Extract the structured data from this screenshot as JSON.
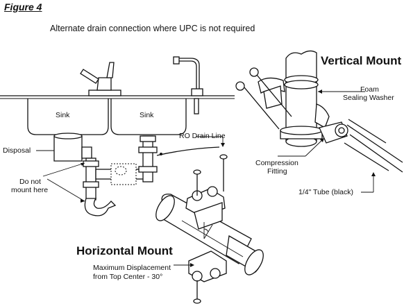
{
  "figure_title": "Figure 4",
  "caption": "Alternate drain connection where UPC is not required",
  "labels": {
    "sink_left": "Sink",
    "sink_right": "Sink",
    "ro_drain_line": "RO Drain Line",
    "disposal": "Disposal",
    "do_not_mount_line1": "Do not",
    "do_not_mount_line2": "mount here",
    "vertical_mount": "Vertical Mount",
    "foam_line1": "Foam",
    "foam_line2": "Sealing Washer",
    "compression_line1": "Compression",
    "compression_line2": "Fitting",
    "tube": "1/4\" Tube (black)",
    "horizontal_mount": "Horizontal Mount",
    "max_disp_line1": "Maximum Displacement",
    "max_disp_line2": "from Top Center - 30°"
  }
}
